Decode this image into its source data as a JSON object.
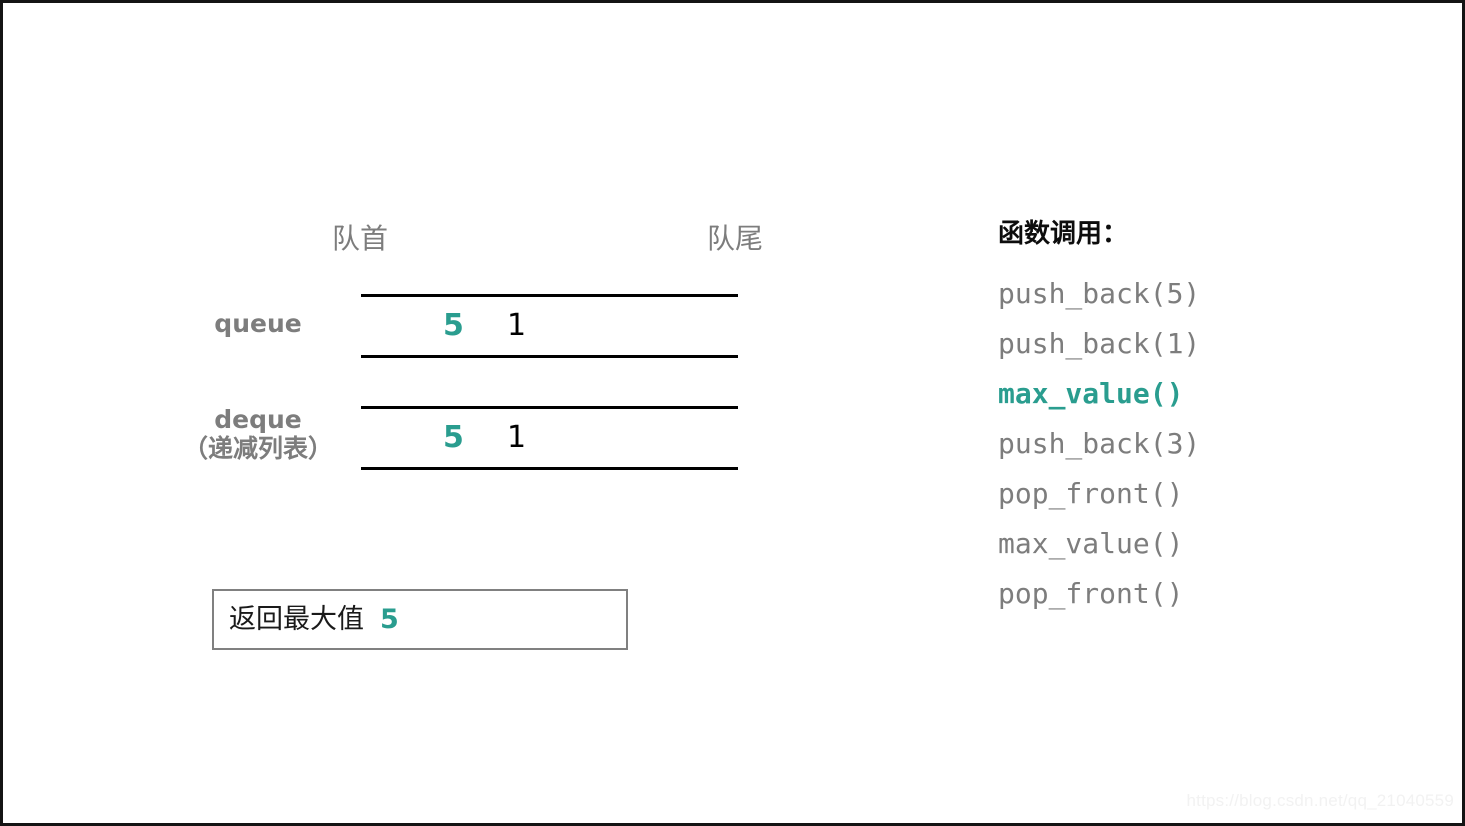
{
  "colors": {
    "accent": "#2a9d8f",
    "muted_gray": "#7d7d7d",
    "rule_black": "#000000",
    "box_border": "#808080",
    "frame": "#141414",
    "watermark": "#f2f2f2"
  },
  "diagram": {
    "front_label": "队首",
    "rear_label": "队尾",
    "rows": [
      {
        "name": "queue",
        "subtitle": "",
        "cells": [
          {
            "value": "5",
            "highlight": true
          },
          {
            "value": "1",
            "highlight": false
          }
        ]
      },
      {
        "name": "deque",
        "subtitle": "（递减列表）",
        "cells": [
          {
            "value": "5",
            "highlight": true
          },
          {
            "value": "1",
            "highlight": false
          }
        ]
      }
    ]
  },
  "result": {
    "label": "返回最大值",
    "value": "5"
  },
  "calls": {
    "title": "函数调用：",
    "items": [
      {
        "text": "push_back(5)",
        "active": false
      },
      {
        "text": "push_back(1)",
        "active": false
      },
      {
        "text": "max_value()",
        "active": true
      },
      {
        "text": "push_back(3)",
        "active": false
      },
      {
        "text": "pop_front()",
        "active": false
      },
      {
        "text": "max_value()",
        "active": false
      },
      {
        "text": "pop_front()",
        "active": false
      }
    ]
  },
  "watermark": "https://blog.csdn.net/qq_21040559"
}
